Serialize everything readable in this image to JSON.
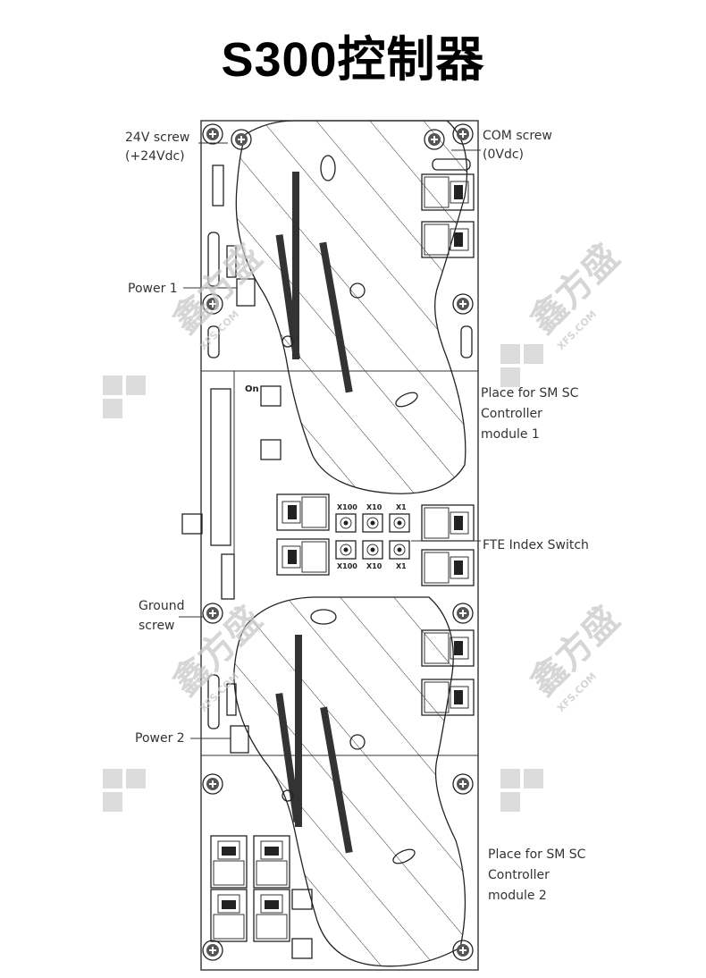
{
  "title": "S300控制器",
  "labels": {
    "screw_24v_line1": "24V screw",
    "screw_24v_line2": "(+24Vdc)",
    "screw_com_line1": "COM screw",
    "screw_com_line2": "(0Vdc)",
    "power1": "Power 1",
    "module1_line1": "Place for SM SC",
    "module1_line2": "Controller",
    "module1_line3": "module 1",
    "on": "On",
    "fte_index_switch": "FTE Index Switch",
    "x100": "X100",
    "x10": "X10",
    "x1": "X1",
    "ground_line1": "Ground",
    "ground_line2": "screw",
    "power2": "Power 2",
    "module2_line1": "Place for SM SC",
    "module2_line2": "Controller",
    "module2_line3": "module 2"
  },
  "watermark": {
    "domain": "XFS.COM",
    "brand": "鑫方盛"
  }
}
